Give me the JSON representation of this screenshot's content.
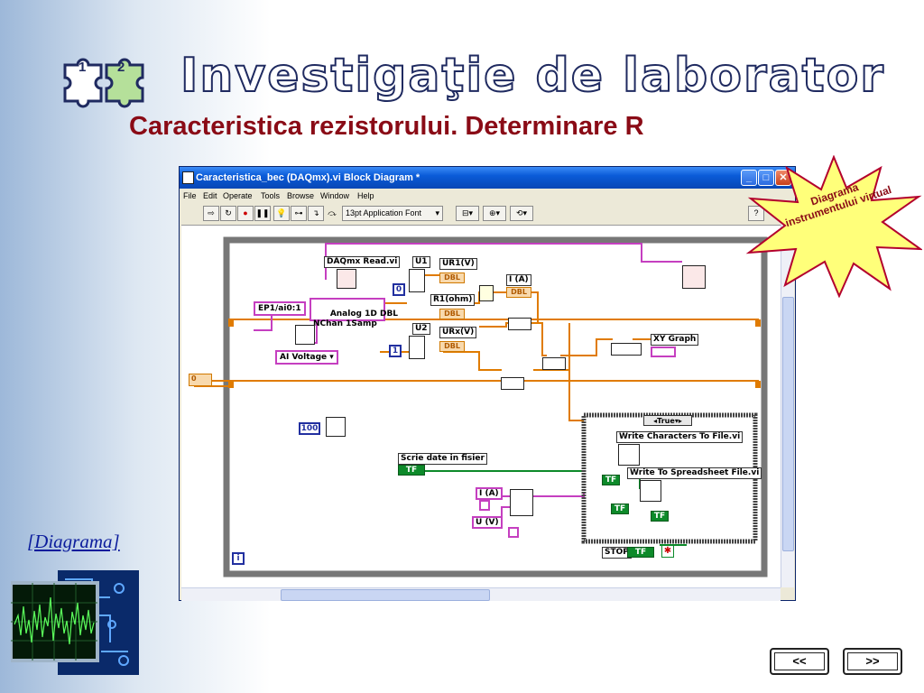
{
  "header": {
    "title": "Investigaţie de laborator",
    "subtitle": "Caracteristica rezistorului. Determinare R",
    "puzzle_numbers": [
      "1",
      "2"
    ]
  },
  "side_link": "[Diagrama]",
  "starburst_text": "Diagrama instrumentului virtual",
  "window": {
    "title": "Caracteristica_bec (DAQmx).vi Block Diagram *",
    "menu": [
      "File",
      "Edit",
      "Operate",
      "Tools",
      "Browse",
      "Window",
      "Help"
    ],
    "font_selector": "13pt Application Font",
    "diagram": {
      "daqmx_read": "DAQmx Read.vi",
      "channel": "EP1/ai0:1",
      "read_mode": "Analog 1D DBL\nNChan 1Samp",
      "ai_voltage": "AI Voltage",
      "u1": "U1",
      "u2": "U2",
      "ur1": "UR1(V)",
      "r1": "R1(ohm)",
      "urx": "URx(V)",
      "current": "I (A)",
      "xy_graph": "XY Graph",
      "const_0_a": "0",
      "const_1": "1",
      "loop_init": "0",
      "wait_ms": "100",
      "write_file_label": "Scrie date in fisier",
      "case_selector": "True",
      "write_chars": "Write Characters To File.vi",
      "write_spreadsheet": "Write To Spreadsheet File.vi",
      "i_a": "I (A)",
      "u_v": "U (V)",
      "stop": "STOP",
      "tf": "TF",
      "dbl": "DBL",
      "iter": "i"
    }
  },
  "nav": {
    "prev": "<<",
    "next": ">>"
  },
  "colors": {
    "title_outline": "#1f2a60",
    "subtitle": "#8a0b16",
    "link": "#0b1c9c",
    "wire_orange": "#e07b00",
    "wire_pink": "#c53fc0",
    "wire_green": "#0d8a2a"
  }
}
